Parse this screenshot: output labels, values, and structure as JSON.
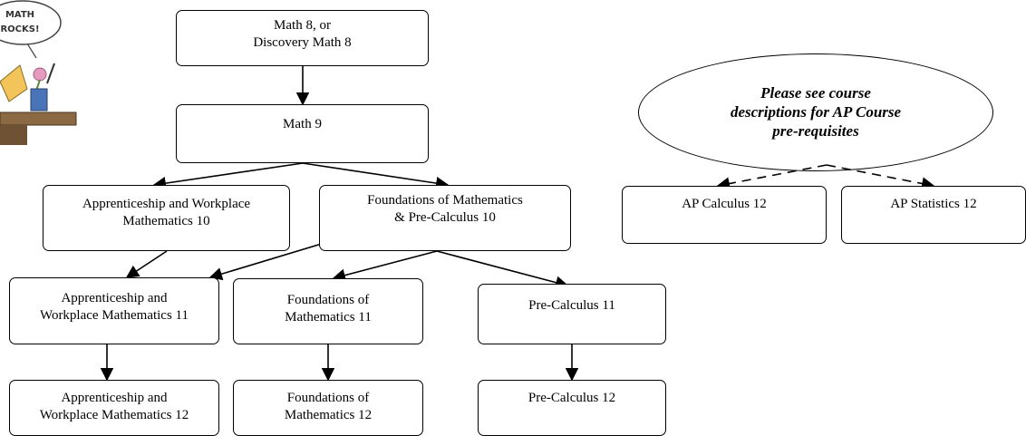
{
  "logo": {
    "text": "MATH ROCKS!",
    "icon": "math-rocks-clipart"
  },
  "boxes": {
    "math8": "Math 8, or\nDiscovery Math 8",
    "math9": "Math 9",
    "aw10": "Apprenticeship and Workplace\nMathematics 10",
    "fpc10": "Foundations of Mathematics\n& Pre-Calculus 10",
    "aw11": "Apprenticeship and\nWorkplace Mathematics 11",
    "fm11": "Foundations of\nMathematics 11",
    "pc11": "Pre-Calculus 11",
    "aw12": "Apprenticeship and\nWorkplace Mathematics 12",
    "fm12": "Foundations of\nMathematics 12",
    "pc12": "Pre-Calculus 12",
    "apcalc": "AP Calculus 12",
    "apstat": "AP Statistics 12"
  },
  "note": "Please see course\ndescriptions for AP Course\npre-requisites"
}
